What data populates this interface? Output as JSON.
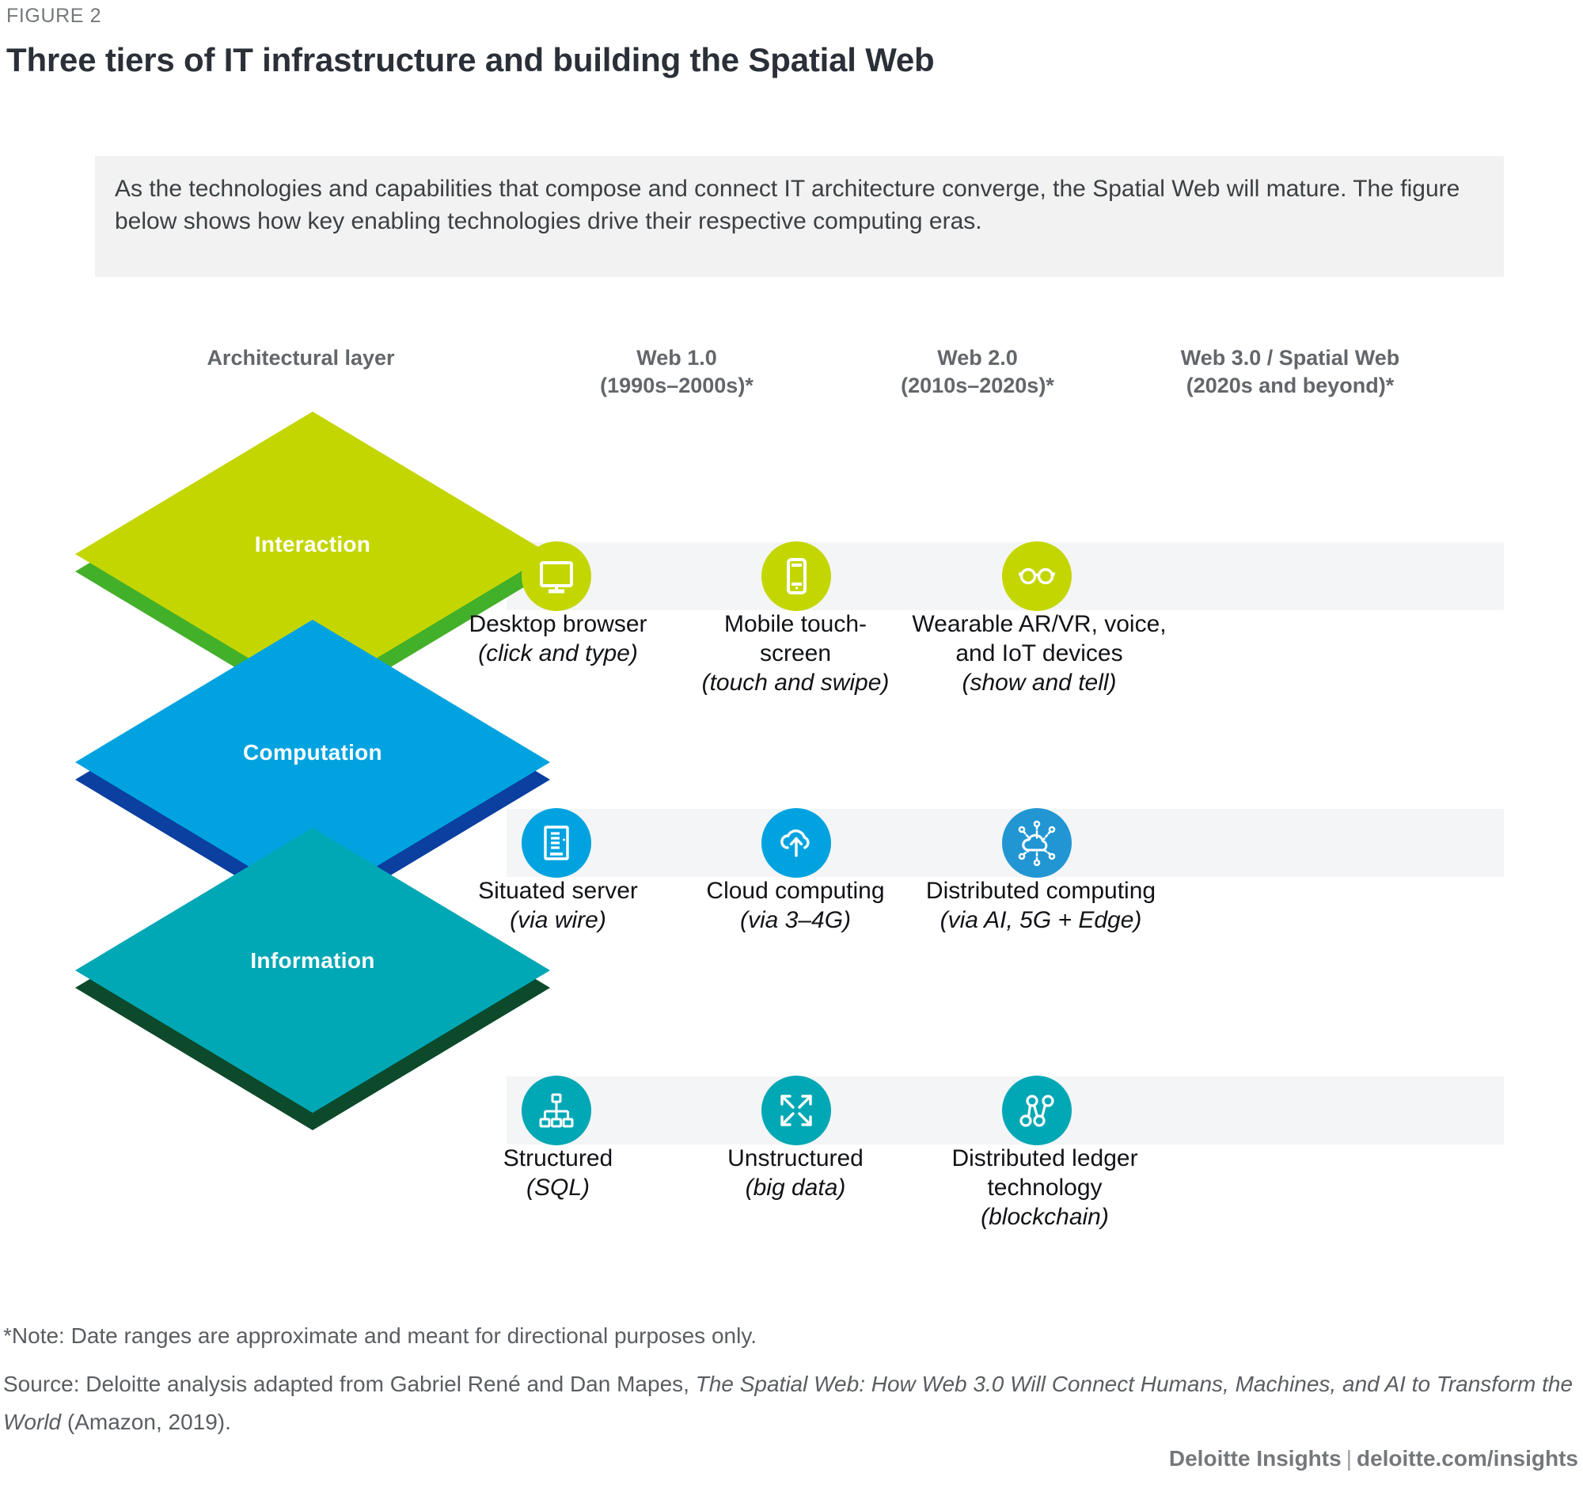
{
  "figure": {
    "label": "FIGURE 2",
    "title": "Three tiers of IT infrastructure and building the Spatial Web",
    "intro": "As the technologies and capabilities that compose and connect IT architecture converge, the Spatial Web will mature. The figure below shows how key enabling technologies drive their respective computing eras."
  },
  "headers": {
    "architectural_layer": "Architectural layer",
    "col1_line1": "Web 1.0",
    "col1_line2": "(1990s–2000s)*",
    "col2_line1": "Web 2.0",
    "col2_line2": "(2010s–2020s)*",
    "col3_line1": "Web 3.0 / Spatial Web",
    "col3_line2": "(2020s and beyond)*"
  },
  "colors": {
    "interaction_top": "#C4D600",
    "interaction_side": "#43B02A",
    "interaction_side_light": "#6CC24A",
    "computation_top": "#00A3E0",
    "computation_side": "#0B3FA0",
    "computation_side_light": "#1290C9",
    "information_top": "#00A7B5",
    "information_side": "#0D4A2B",
    "information_side_light": "#009197",
    "band": "#F4F5F7",
    "header_gray": "#63666A",
    "title_dark": "#2B3038"
  },
  "chart_data": {
    "type": "table",
    "title": "Three tiers of IT infrastructure and building the Spatial Web",
    "columns": [
      "Architectural layer",
      "Web 1.0 (1990s–2000s)*",
      "Web 2.0 (2010s–2020s)*",
      "Web 3.0 / Spatial Web (2020s and beyond)*"
    ],
    "rows": [
      {
        "layer": "Interaction",
        "cells": [
          {
            "title": "Desktop browser",
            "sub": "(click and type)",
            "icon": "desktop-monitor-icon"
          },
          {
            "title": "Mobile touch-screen",
            "sub": "(touch and swipe)",
            "icon": "mobile-phone-icon"
          },
          {
            "title": "Wearable AR/VR, voice, and IoT devices",
            "sub": "(show and tell)",
            "icon": "ar-glasses-icon"
          }
        ]
      },
      {
        "layer": "Computation",
        "cells": [
          {
            "title": "Situated server",
            "sub": "(via wire)",
            "icon": "server-rack-icon"
          },
          {
            "title": "Cloud computing",
            "sub": "(via 3–4G)",
            "icon": "cloud-upload-icon"
          },
          {
            "title": "Distributed computing",
            "sub": "(via AI, 5G + Edge)",
            "icon": "distributed-cloud-icon"
          }
        ]
      },
      {
        "layer": "Information",
        "cells": [
          {
            "title": "Structured",
            "sub": "(SQL)",
            "icon": "hierarchy-sitemap-icon"
          },
          {
            "title": "Unstructured",
            "sub": "(big data)",
            "icon": "expand-arrows-icon"
          },
          {
            "title": "Distributed ledger technology",
            "sub": "(blockchain)",
            "icon": "node-graph-icon"
          }
        ]
      }
    ]
  },
  "layers": {
    "interaction": "Interaction",
    "computation": "Computation",
    "information": "Information"
  },
  "cells": {
    "r1c1_title": "Desktop browser",
    "r1c1_sub": "(click and type)",
    "r1c2_title": "Mobile touch-screen",
    "r1c2_sub": "(touch and swipe)",
    "r1c3_title": "Wearable AR/VR, voice, and IoT devices",
    "r1c3_sub": "(show and tell)",
    "r2c1_title": "Situated server",
    "r2c1_sub": "(via wire)",
    "r2c2_title": "Cloud computing",
    "r2c2_sub": "(via 3–4G)",
    "r2c3_title": "Distributed computing",
    "r2c3_sub": "(via AI, 5G + Edge)",
    "r3c1_title": "Structured",
    "r3c1_sub": "(SQL)",
    "r3c2_title": "Unstructured",
    "r3c2_sub": "(big data)",
    "r3c3_title": "Distributed ledger technology",
    "r3c3_sub": "(blockchain)"
  },
  "footer": {
    "note": "*Note: Date ranges are approximate and meant for directional purposes only.",
    "source_pre": "Source: Deloitte analysis adapted from Gabriel René and Dan Mapes, ",
    "source_italic": "The Spatial Web: How Web 3.0 Will Connect Humans, Machines, and AI to Transform the World",
    "source_post": " (Amazon, 2019).",
    "brand_name": "Deloitte Insights",
    "brand_sep": "|",
    "brand_url": "deloitte.com/insights"
  }
}
